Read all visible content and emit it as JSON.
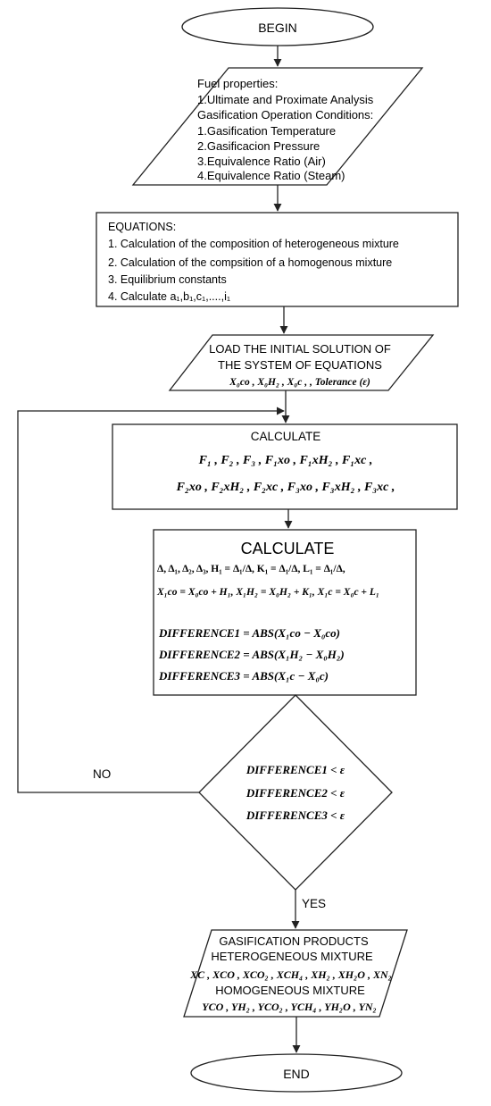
{
  "flow": {
    "begin": "BEGIN",
    "end": "END",
    "no_label": "NO",
    "yes_label": "YES",
    "input": {
      "lines": [
        "Fuel properties:",
        "1.Ultimate and Proximate Analysis",
        "Gasification Operation Conditions:",
        "1.Gasification Temperature",
        "2.Gasificacion Pressure",
        "3.Equivalence Ratio (Air)",
        "4.Equivalence Ratio (Steam)"
      ]
    },
    "equations": {
      "title": "EQUATIONS:",
      "lines": [
        "1. Calculation of the composition of heterogeneous mixture",
        "2. Calculation of the compsition of a homogenous mixture",
        "3. Equilibrium constants",
        "4. Calculate a₁,b₁,c₁,....,i₁"
      ]
    },
    "load": {
      "line1": "LOAD THE INITIAL SOLUTION OF",
      "line2": "THE SYSTEM OF EQUATIONS",
      "line3": "X₀co , X₀H₂ , X₀c , , Tolerance (ε)"
    },
    "calc1": {
      "title": "CALCULATE",
      "line1": "F₁ , F₂ , F₃ , F₁xo , F₁xH₂ , F₁xc ,",
      "line2": "F₂xo , F₂xH₂ , F₂xc , F₃xo , F₃xH₂ , F₃xc ,"
    },
    "calc2": {
      "title": "CALCULATE",
      "line1": "Δ, Δ₁, Δ₂, Δ₃, H₁ = Δ₁/Δ, K₁ = Δ₁/Δ, L₁ = Δ₁/Δ,",
      "line2": "X₁co = X₀co + H₁, X₁H₂ = X₀H₂ + K₁, X₁c = X₀c + L₁",
      "line3": "DIFFERENCE1 = ABS(X₁co − X₀co)",
      "line4": "DIFFERENCE2 = ABS(X₁H₂ − X₀H₂)",
      "line5": "DIFFERENCE3 = ABS(X₁c − X₀c)"
    },
    "decision": {
      "line1": "DIFFERENCE1 < ε",
      "line2": "DIFFERENCE2 < ε",
      "line3": "DIFFERENCE3 < ε"
    },
    "output": {
      "line1": "GASIFICATION PRODUCTS",
      "line2": "HETEROGENEOUS MIXTURE",
      "line3": "XC , XCO , XCO₂ , XCH₄ , XH₂ , XH₂O , XN₂",
      "line4": "HOMOGENEOUS MIXTURE",
      "line5": "YCO , YH₂ , YCO₂ , YCH₄ , YH₂O , YN₂"
    }
  }
}
